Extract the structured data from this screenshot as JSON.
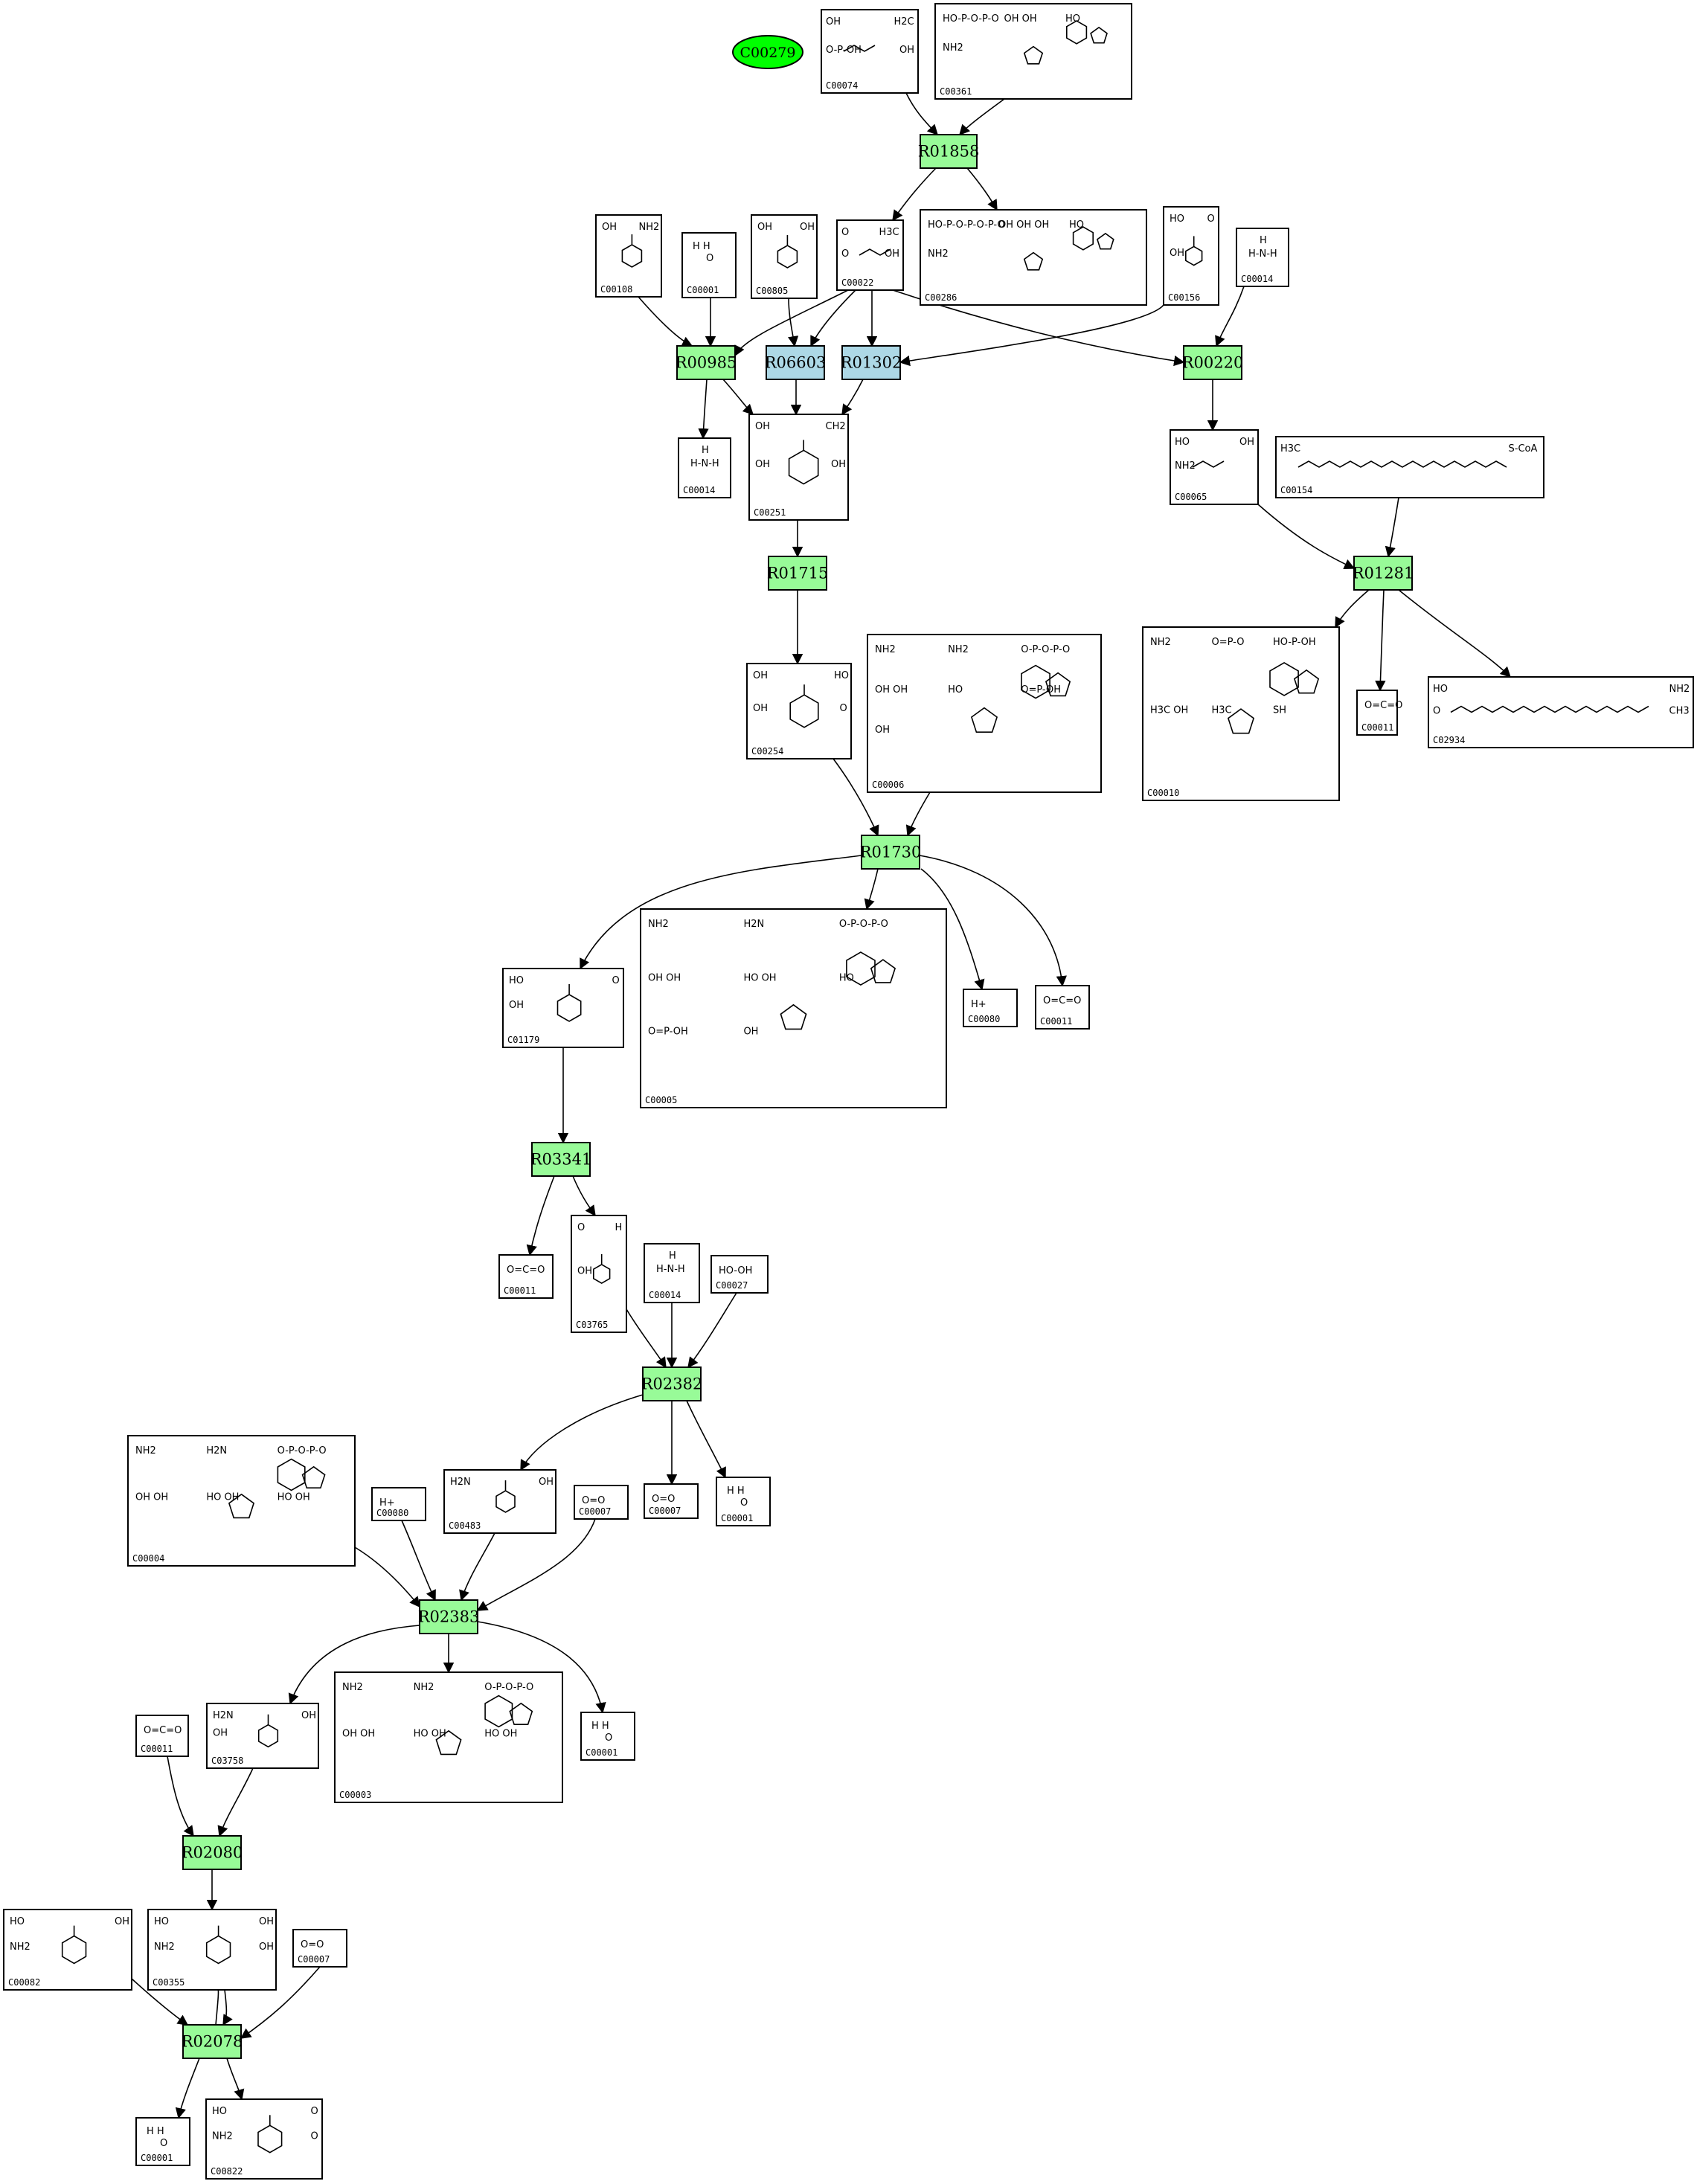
{
  "colors": {
    "reaction_green": "#98fb98",
    "reaction_blue": "#add8e6",
    "start_compound": "#00ff00"
  },
  "start_compound": {
    "id": "C00279"
  },
  "reactions": [
    {
      "id": "R01858",
      "kind": "green"
    },
    {
      "id": "R00985",
      "kind": "green"
    },
    {
      "id": "R06603",
      "kind": "blue"
    },
    {
      "id": "R01302",
      "kind": "blue"
    },
    {
      "id": "R00220",
      "kind": "green"
    },
    {
      "id": "R01715",
      "kind": "green"
    },
    {
      "id": "R01281",
      "kind": "green"
    },
    {
      "id": "R01730",
      "kind": "green"
    },
    {
      "id": "R03341",
      "kind": "green"
    },
    {
      "id": "R02382",
      "kind": "green"
    },
    {
      "id": "R02383",
      "kind": "green"
    },
    {
      "id": "R02080",
      "kind": "green"
    },
    {
      "id": "R02078",
      "kind": "green"
    }
  ],
  "compounds": [
    {
      "label": "C00074",
      "formula": [
        "OH",
        "H2C",
        "O-P-OH",
        "OH"
      ]
    },
    {
      "label": "C00361",
      "formula": [
        "HO-P-O-P-O",
        "OH  OH",
        "HO",
        "NH2"
      ]
    },
    {
      "label": "C00108",
      "formula": [
        "OH",
        "NH2"
      ]
    },
    {
      "label": "C00001",
      "formula": [
        "H  H",
        "O"
      ]
    },
    {
      "label": "C00805",
      "formula": [
        "OH",
        "OH"
      ]
    },
    {
      "label": "C00022",
      "formula": [
        "O",
        "H3C",
        "O",
        "OH"
      ]
    },
    {
      "label": "C00286",
      "formula": [
        "HO-P-O-P-O-P-O",
        "OH  OH  OH",
        "HO",
        "NH2"
      ]
    },
    {
      "label": "C00156",
      "formula": [
        "HO",
        "O",
        "OH"
      ]
    },
    {
      "label": "C00014",
      "formula": [
        "H",
        "H-N-H"
      ]
    },
    {
      "label": "C00014",
      "formula": [
        "H",
        "H-N-H"
      ]
    },
    {
      "label": "C00251",
      "formula": [
        "OH",
        "CH2",
        "OH",
        "OH"
      ]
    },
    {
      "label": "C00065",
      "formula": [
        "HO",
        "OH",
        "NH2"
      ]
    },
    {
      "label": "C00154",
      "formula": [
        "H3C",
        "S-CoA"
      ]
    },
    {
      "label": "C00254",
      "formula": [
        "OH",
        "HO",
        "OH",
        "O"
      ]
    },
    {
      "label": "C00006",
      "formula": [
        "NH2",
        "NH2",
        "O-P-O-P-O",
        "OH  OH",
        "HO",
        "O=P-OH",
        "OH"
      ]
    },
    {
      "label": "C00010",
      "formula": [
        "NH2",
        "O=P-O",
        "HO-P-OH",
        "H3C  OH",
        "H3C",
        "SH"
      ]
    },
    {
      "label": "C00011",
      "formula": [
        "O=C=O"
      ]
    },
    {
      "label": "C02934",
      "formula": [
        "HO",
        "NH2",
        "O",
        "CH3"
      ]
    },
    {
      "label": "C01179",
      "formula": [
        "HO",
        "O",
        "OH"
      ]
    },
    {
      "label": "C00005",
      "formula": [
        "NH2",
        "H2N",
        "O-P-O-P-O",
        "OH  OH",
        "HO  OH",
        "HO",
        "O=P-OH",
        "OH"
      ]
    },
    {
      "label": "C00080",
      "formula": [
        "H+"
      ]
    },
    {
      "label": "C00011",
      "formula": [
        "O=C=O"
      ]
    },
    {
      "label": "C00011",
      "formula": [
        "O=C=O"
      ]
    },
    {
      "label": "C03765",
      "formula": [
        "O",
        "H",
        "OH"
      ]
    },
    {
      "label": "C00014",
      "formula": [
        "H",
        "H-N-H"
      ]
    },
    {
      "label": "C00027",
      "formula": [
        "HO-OH"
      ]
    },
    {
      "label": "C00004",
      "formula": [
        "NH2",
        "H2N",
        "O-P-O-P-O",
        "OH  OH",
        "HO  OH",
        "HO  OH"
      ]
    },
    {
      "label": "C00080",
      "formula": [
        "H+"
      ]
    },
    {
      "label": "C00483",
      "formula": [
        "H2N",
        "OH"
      ]
    },
    {
      "label": "C00007",
      "formula": [
        "O=O"
      ]
    },
    {
      "label": "C00007",
      "formula": [
        "O=O"
      ]
    },
    {
      "label": "C00001",
      "formula": [
        "H  H",
        "O"
      ]
    },
    {
      "label": "C00011",
      "formula": [
        "O=C=O"
      ]
    },
    {
      "label": "C03758",
      "formula": [
        "H2N",
        "OH",
        "OH"
      ]
    },
    {
      "label": "C00003",
      "formula": [
        "NH2",
        "NH2",
        "O-P-O-P-O",
        "OH  OH",
        "HO  OH",
        "HO  OH"
      ]
    },
    {
      "label": "C00001",
      "formula": [
        "H  H",
        "O"
      ]
    },
    {
      "label": "C00082",
      "formula": [
        "HO",
        "OH",
        "NH2"
      ]
    },
    {
      "label": "C00355",
      "formula": [
        "HO",
        "OH",
        "NH2",
        "OH"
      ]
    },
    {
      "label": "C00007",
      "formula": [
        "O=O"
      ]
    },
    {
      "label": "C00001",
      "formula": [
        "H  H",
        "O"
      ]
    },
    {
      "label": "C00822",
      "formula": [
        "HO",
        "O",
        "NH2",
        "O"
      ]
    }
  ]
}
